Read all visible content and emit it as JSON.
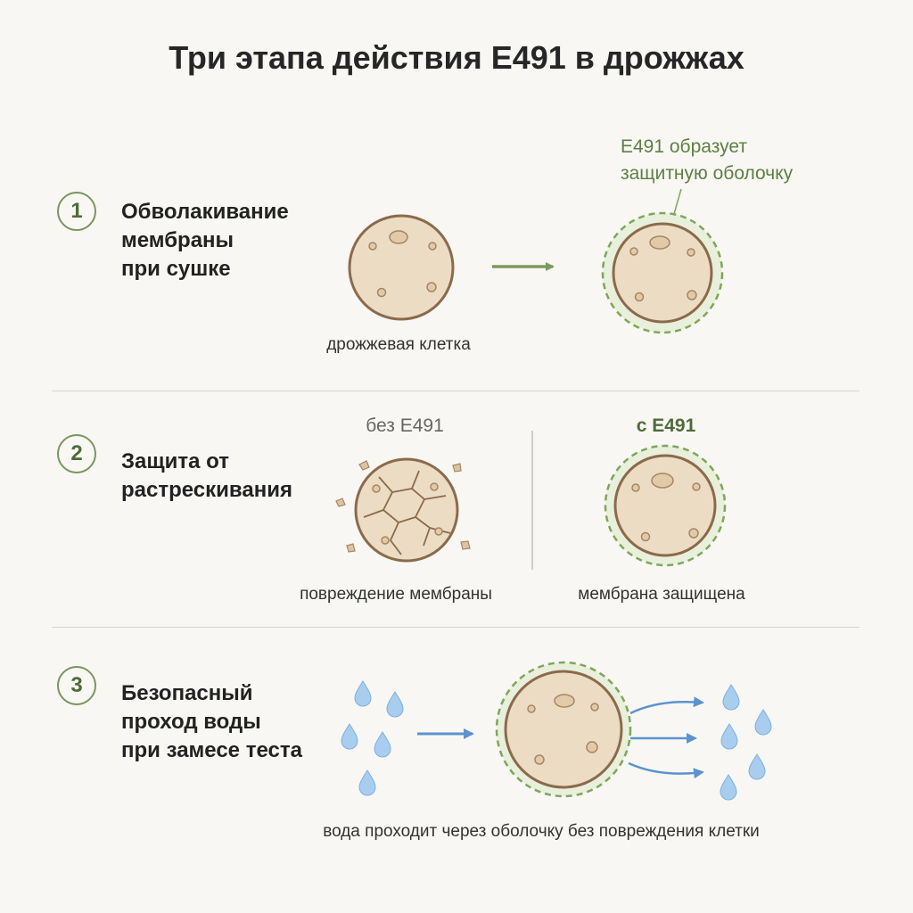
{
  "title": "Три этапа действия E491 в дрожжах",
  "stages": [
    {
      "number": "1",
      "title": "Обволакивание\nмембраны\nпри сушке",
      "caption": "дрожжевая клетка",
      "note": "E491 образует\nзащитную оболочку"
    },
    {
      "number": "2",
      "title": "Защита от\nрастрескивания",
      "left_label": "без E491",
      "right_label": "с E491",
      "left_caption": "повреждение мембраны",
      "right_caption": "мембрана защищена"
    },
    {
      "number": "3",
      "title": "Безопасный\nпроход воды\nпри замесе теста",
      "caption": "вода проходит через оболочку без повреждения клетки"
    }
  ],
  "colors": {
    "cell_fill": "#ecdcc4",
    "cell_stroke": "#8b6a4c",
    "coating": "#7fa65a",
    "arrow_green": "#7a9a5a",
    "arrow_blue": "#5b93cf",
    "water": "#a8cdee"
  }
}
